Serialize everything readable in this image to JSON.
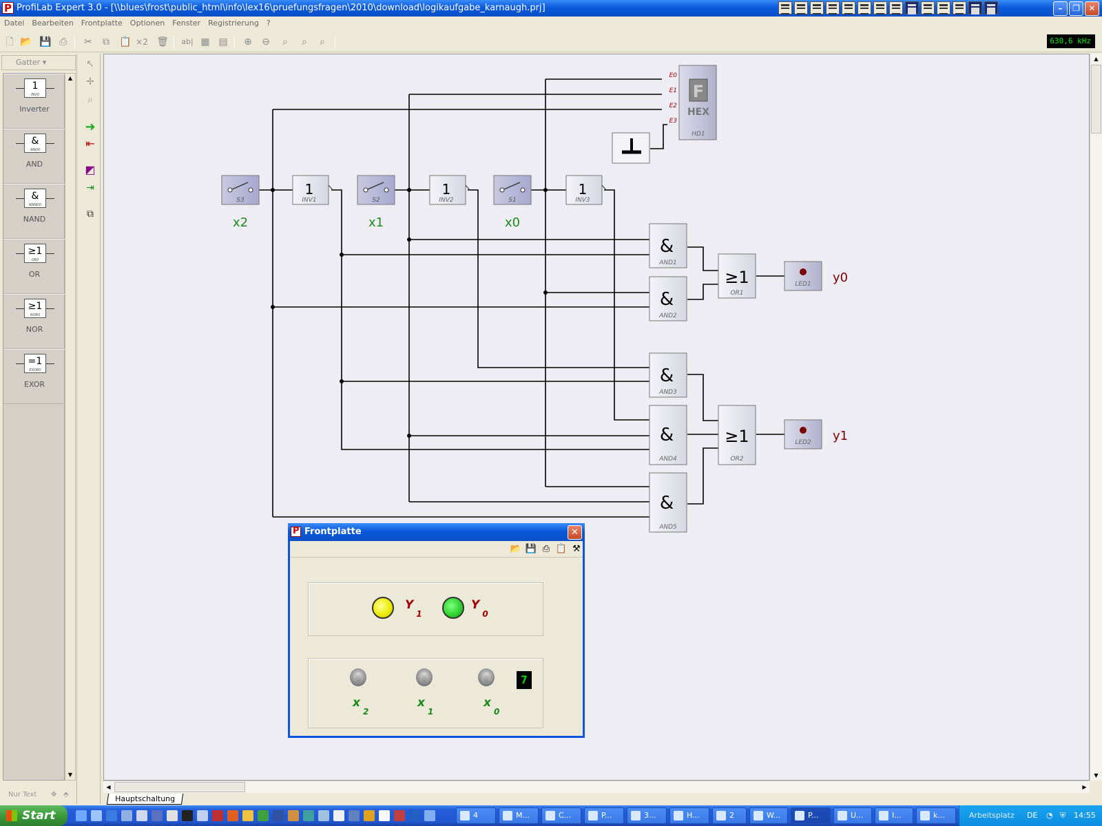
{
  "window": {
    "title": "ProfiLab Expert 3.0 - [\\\\blues\\frost\\public_html\\info\\lex16\\pruefungsfragen\\2010\\download\\logikaufgabe_karnaugh.prj]"
  },
  "menu": [
    "Datei",
    "Bearbeiten",
    "Frontplatte",
    "Optionen",
    "Fenster",
    "Registrierung",
    "?"
  ],
  "toolbar": {
    "times2": "×2",
    "text_tool": "ab|",
    "frequency": "630,6 kHz"
  },
  "palette": {
    "category": "Gatter",
    "items": [
      {
        "label": "Inverter",
        "symbol": "1",
        "tag": "INV0"
      },
      {
        "label": "AND",
        "symbol": "&",
        "tag": "AND0"
      },
      {
        "label": "NAND",
        "symbol": "&",
        "tag": "NAND0"
      },
      {
        "label": "OR",
        "symbol": "≥1",
        "tag": "OR0"
      },
      {
        "label": "NOR",
        "symbol": "≥1",
        "tag": "NOR0"
      },
      {
        "label": "EXOR",
        "symbol": "=1",
        "tag": "EXOR0"
      }
    ],
    "footer": "Nur Text"
  },
  "circuit": {
    "switches": [
      {
        "name": "S3",
        "label": "x2"
      },
      {
        "name": "S2",
        "label": "x1"
      },
      {
        "name": "S1",
        "label": "x0"
      }
    ],
    "inverters": [
      {
        "name": "INV1",
        "symbol": "1"
      },
      {
        "name": "INV2",
        "symbol": "1"
      },
      {
        "name": "INV3",
        "symbol": "1"
      }
    ],
    "and_gates": [
      {
        "name": "AND1",
        "symbol": "&"
      },
      {
        "name": "AND2",
        "symbol": "&"
      },
      {
        "name": "AND3",
        "symbol": "&"
      },
      {
        "name": "AND4",
        "symbol": "&"
      },
      {
        "name": "AND5",
        "symbol": "&"
      }
    ],
    "or_gates": [
      {
        "name": "OR1",
        "symbol": "≥1"
      },
      {
        "name": "OR2",
        "symbol": "≥1"
      }
    ],
    "leds": [
      {
        "name": "LED1",
        "label": "y0",
        "color": "#7a0000"
      },
      {
        "name": "LED2",
        "label": "y1",
        "color": "#7a0000"
      }
    ],
    "hex": {
      "name": "HD1",
      "glyph": "F",
      "label": "HEX",
      "inputs": [
        "E0",
        "E1",
        "E2",
        "E3"
      ]
    }
  },
  "sheet_tab": "Hauptschaltung",
  "frontpanel": {
    "title": "Frontplatte",
    "lamps": [
      {
        "label": "Y",
        "index": "1",
        "color": "#eaea00"
      },
      {
        "label": "Y",
        "index": "0",
        "color": "#2cd02c"
      }
    ],
    "switches": [
      {
        "label": "x",
        "index": "2"
      },
      {
        "label": "x",
        "index": "1"
      },
      {
        "label": "x",
        "index": "0"
      }
    ],
    "hex_value": "7"
  },
  "taskbar": {
    "start": "Start",
    "tasks": [
      "4",
      "M...",
      "C...",
      "P...",
      "3...",
      "H...",
      "2",
      "W...",
      "P...",
      "U...",
      "I...",
      "k..."
    ],
    "tray_text": "Arbeitsplatz",
    "language": "DE",
    "clock": "14:55"
  }
}
